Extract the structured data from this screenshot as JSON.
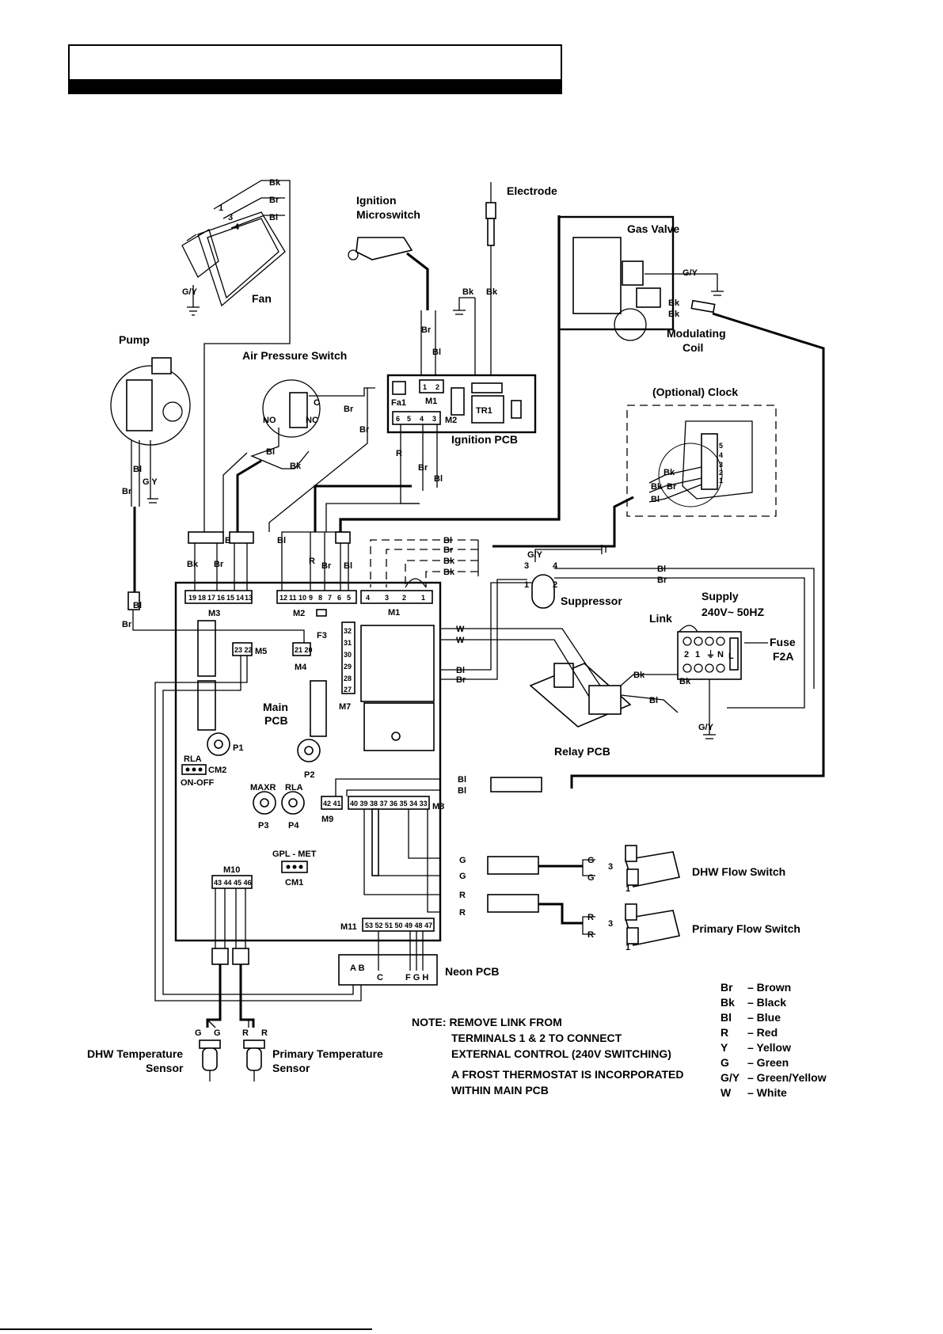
{
  "components": {
    "fan": "Fan",
    "pump": "Pump",
    "air_pressure_switch": "Air Pressure Switch",
    "ignition_microswitch_1": "Ignition",
    "ignition_microswitch_2": "Microswitch",
    "electrode": "Electrode",
    "gas_valve": "Gas Valve",
    "modulating_coil_1": "Modulating",
    "modulating_coil_2": "Coil",
    "ignition_pcb": "Ignition  PCB",
    "clock": "(Optional) Clock",
    "suppressor": "Suppressor",
    "supply_1": "Supply",
    "supply_2": "240V~ 50HZ",
    "link": "Link",
    "fuse_1": "Fuse",
    "fuse_2": "F2A",
    "relay_pcb": "Relay  PCB",
    "main_pcb_1": "Main",
    "main_pcb_2": "PCB",
    "dhw_flow_switch": "DHW Flow Switch",
    "primary_flow_switch": "Primary Flow Switch",
    "neon_pcb": "Neon PCB",
    "dhw_sensor_1": "DHW Temperature",
    "dhw_sensor_2": "Sensor",
    "primary_sensor_1": "Primary Temperature",
    "primary_sensor_2": "Sensor"
  },
  "connectors": {
    "m1": "M1",
    "m2": "M2",
    "m3": "M3",
    "m4": "M4",
    "m5": "M5",
    "m7": "M7",
    "m8": "M8",
    "m9": "M9",
    "m10": "M10",
    "m11": "M11",
    "f3": "F3",
    "tr1": "TR1",
    "fa1": "Fa1",
    "p1": "P1",
    "p2": "P2",
    "p3": "P3",
    "p4": "P4",
    "cm1": "CM1",
    "cm2": "CM2",
    "rla": "RLA",
    "on_off": "ON-OFF",
    "maxr": "MAXR",
    "rla2": "RLA",
    "gpl_met": "GPL - MET",
    "no": "NO",
    "nc": "NC",
    "c": "C"
  },
  "note": {
    "line1": "NOTE: REMOVE LINK FROM",
    "line2": "TERMINALS 1 & 2 TO CONNECT",
    "line3": "EXTERNAL CONTROL (240V SWITCHING)",
    "line4": "A FROST THERMOSTAT IS INCORPORATED",
    "line5": "WITHIN MAIN PCB"
  },
  "legend": [
    {
      "code": "Br",
      "desc": "– Brown"
    },
    {
      "code": "Bk",
      "desc": "– Black"
    },
    {
      "code": "Bl",
      "desc": "– Blue"
    },
    {
      "code": "R",
      "desc": "– Red"
    },
    {
      "code": "Y",
      "desc": "– Yellow"
    },
    {
      "code": "G",
      "desc": "– Green"
    },
    {
      "code": "G/Y",
      "desc": "– Green/Yellow"
    },
    {
      "code": "W",
      "desc": "– White"
    }
  ]
}
